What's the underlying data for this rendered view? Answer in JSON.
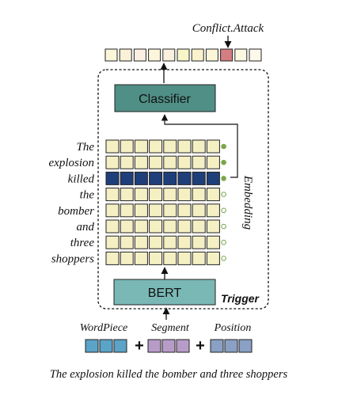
{
  "output_label": "Conflict.Attack",
  "classifier_label": "Classifier",
  "bert_label": "BERT",
  "trigger_label": "Trigger",
  "embedding_label": "Embedding",
  "tokens": [
    "The",
    "explosion",
    "killed",
    "the",
    "bomber",
    "and",
    "three",
    "shoppers"
  ],
  "highlighted_token_index": 2,
  "output_cells": 11,
  "output_highlight_index": 8,
  "embedding_inputs": {
    "wordpiece": "WordPiece",
    "segment": "Segment",
    "position": "Position",
    "plus": "+"
  },
  "sentence": "The explosion killed the bomber and three shoppers",
  "colors": {
    "cell_fill": "#f5f0c4",
    "cell_highlight": "#1f3f7a",
    "output_highlight": "#d47e82",
    "classifier_fill": "#4f8f85",
    "bert_fill": "#7ab8b5",
    "wordpiece_fill": "#5ba3c7",
    "segment_fill": "#b89cc8",
    "position_fill": "#8aa0c4",
    "dot_green": "#7aa64a"
  }
}
